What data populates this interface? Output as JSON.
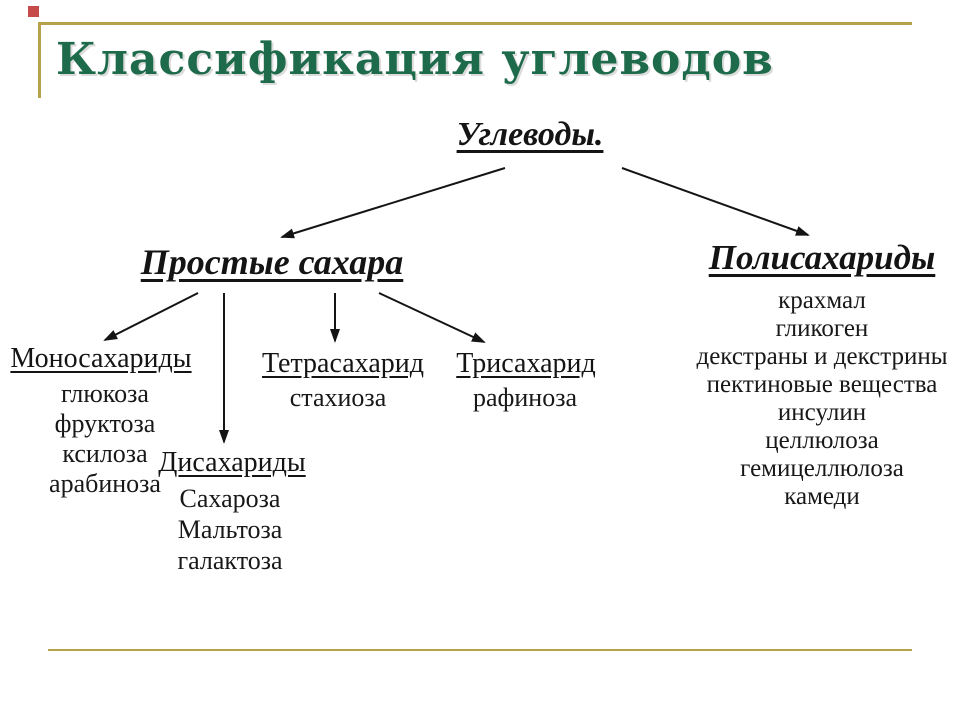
{
  "slide": {
    "title": "Классификация углеводов"
  },
  "theme": {
    "title-color": "#1e6b4b",
    "frame-color": "#b5a24b",
    "accent-color": "#c64a4a",
    "diagram-color": "#141414",
    "background": "#ffffff"
  },
  "diagram": {
    "type": "tree",
    "root": {
      "label": "Углеводы."
    },
    "children": [
      {
        "label": "Простые сахара",
        "children": [
          {
            "label": "Моносахариды",
            "items": [
              "глюкоза",
              "фруктоза",
              "ксилоза",
              "арабиноза"
            ]
          },
          {
            "label": "Дисахариды",
            "items": [
              "Сахароза",
              "Мальтоза",
              "галактоза"
            ]
          },
          {
            "label": "Тетрасахарид",
            "items": [
              "стахиоза"
            ]
          },
          {
            "label": "Трисахарид",
            "items": [
              "рафиноза"
            ]
          }
        ]
      },
      {
        "label": "Полисахариды",
        "items": [
          "крахмал",
          "гликоген",
          "декстраны и декстрины",
          "пектиновые вещества",
          "инсулин",
          "целлюлоза",
          "гемицеллюлоза",
          "камеди"
        ]
      }
    ]
  }
}
